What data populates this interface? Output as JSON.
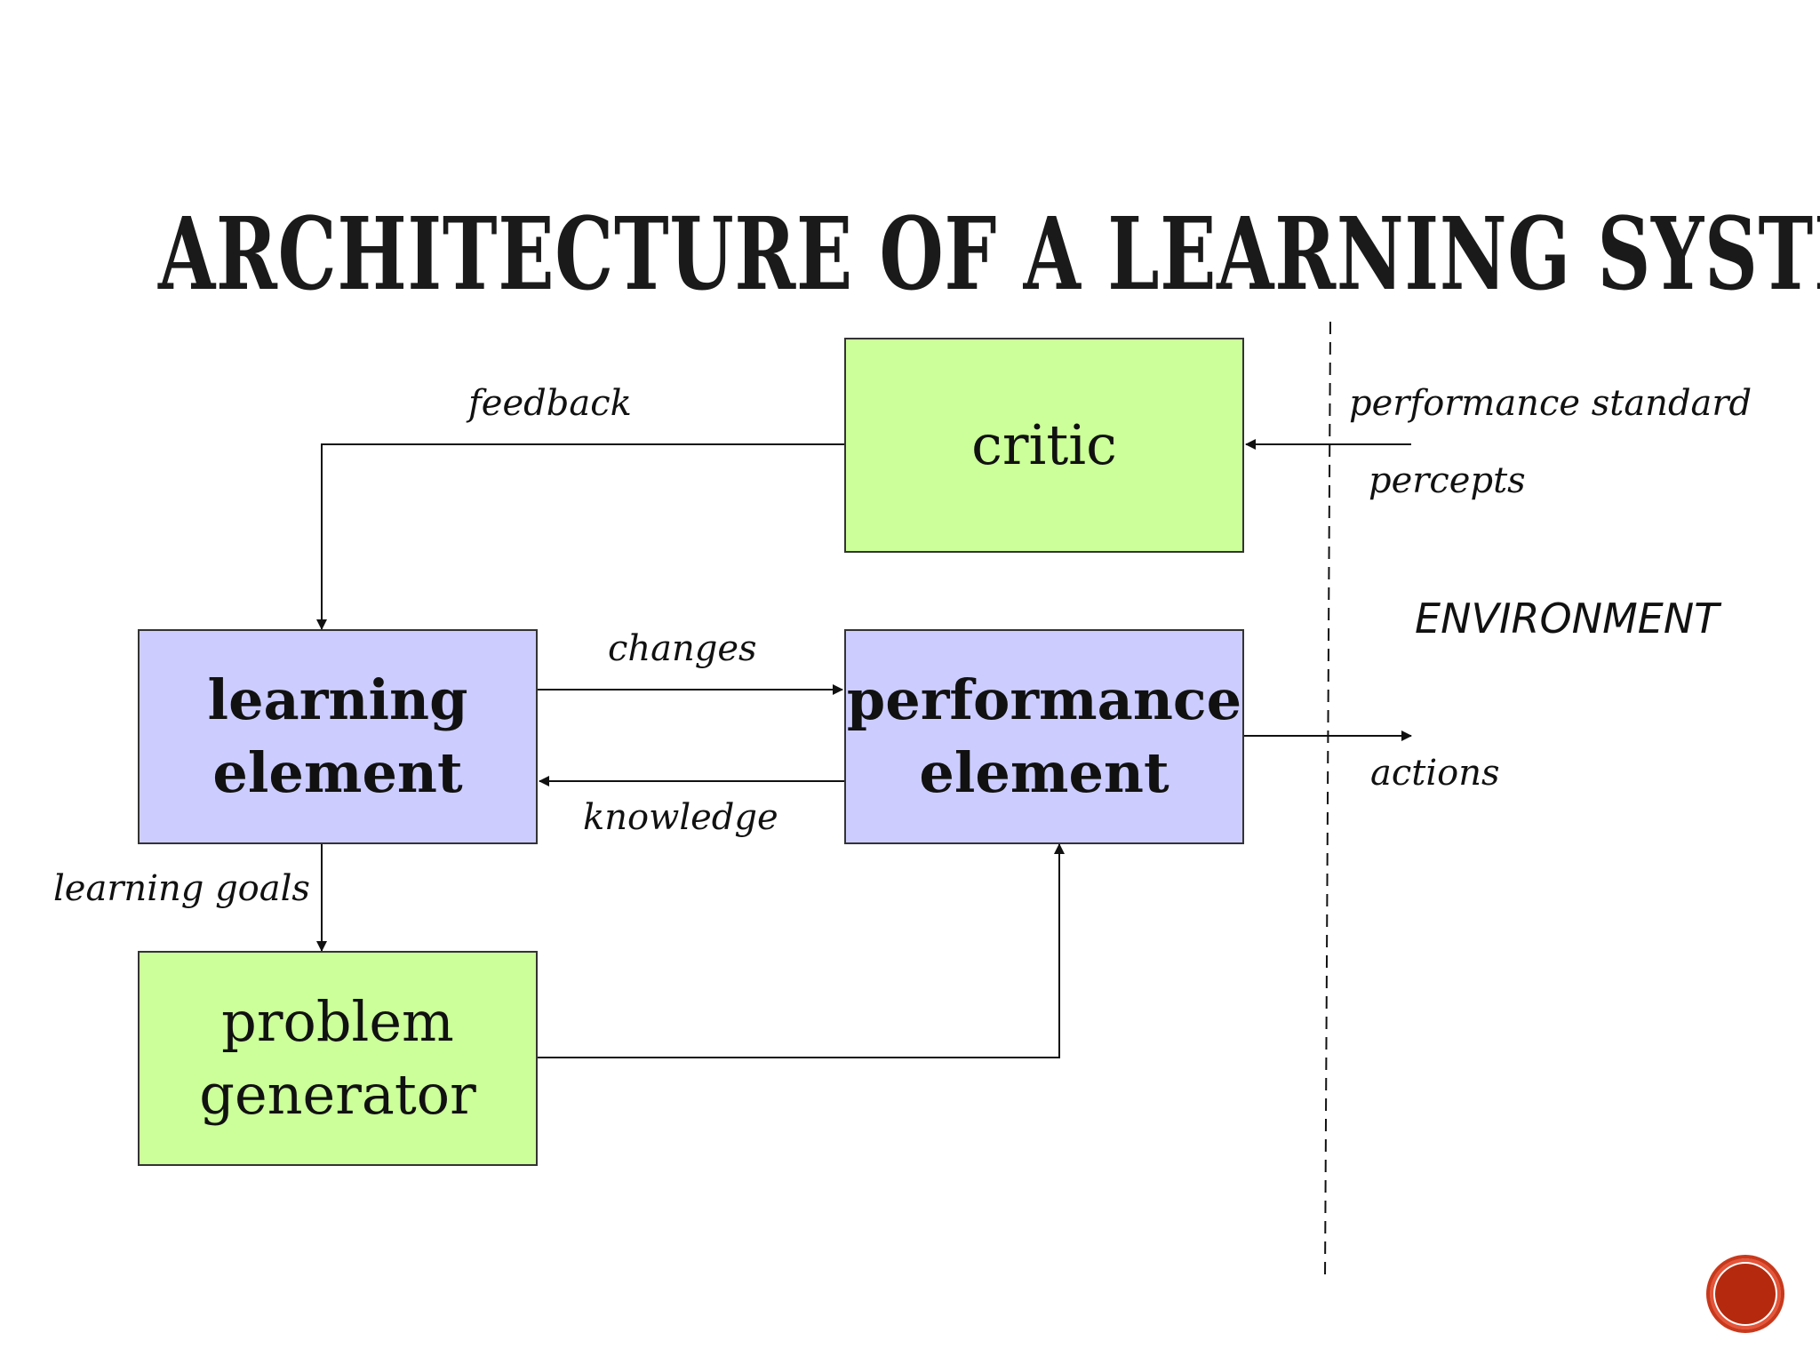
{
  "slide": {
    "title": "ARCHITECTURE OF A LEARNING SYSTEM"
  },
  "boxes": {
    "critic": {
      "line1": "critic",
      "fill": "#ccff99"
    },
    "learning_element": {
      "line1": "learning",
      "line2": "element",
      "fill": "#ccccff"
    },
    "performance_element": {
      "line1": "performance",
      "line2": "element",
      "fill": "#ccccff"
    },
    "problem_generator": {
      "line1": "problem",
      "line2": "generator",
      "fill": "#ccff99"
    }
  },
  "labels": {
    "feedback": "feedback",
    "performance_standard": "performance standard",
    "percepts": "percepts",
    "environment": "ENVIRONMENT",
    "changes": "changes",
    "knowledge": "knowledge",
    "actions": "actions",
    "learning_goals": "learning goals"
  },
  "colors": {
    "accent_button": "#b52a0e",
    "line": "#111111"
  }
}
